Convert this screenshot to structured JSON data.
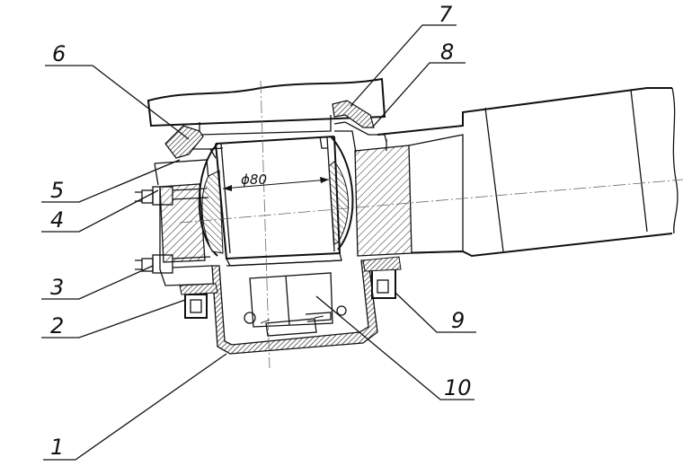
{
  "dimension": {
    "label": "ϕ80"
  },
  "callouts": [
    {
      "id": "1",
      "label": "1"
    },
    {
      "id": "2",
      "label": "2"
    },
    {
      "id": "3",
      "label": "3"
    },
    {
      "id": "4",
      "label": "4"
    },
    {
      "id": "5",
      "label": "5"
    },
    {
      "id": "6",
      "label": "6"
    },
    {
      "id": "7",
      "label": "7"
    },
    {
      "id": "8",
      "label": "8"
    },
    {
      "id": "9",
      "label": "9"
    },
    {
      "id": "10",
      "label": "10"
    }
  ],
  "colors": {
    "line": "#111111",
    "background": "#ffffff"
  }
}
